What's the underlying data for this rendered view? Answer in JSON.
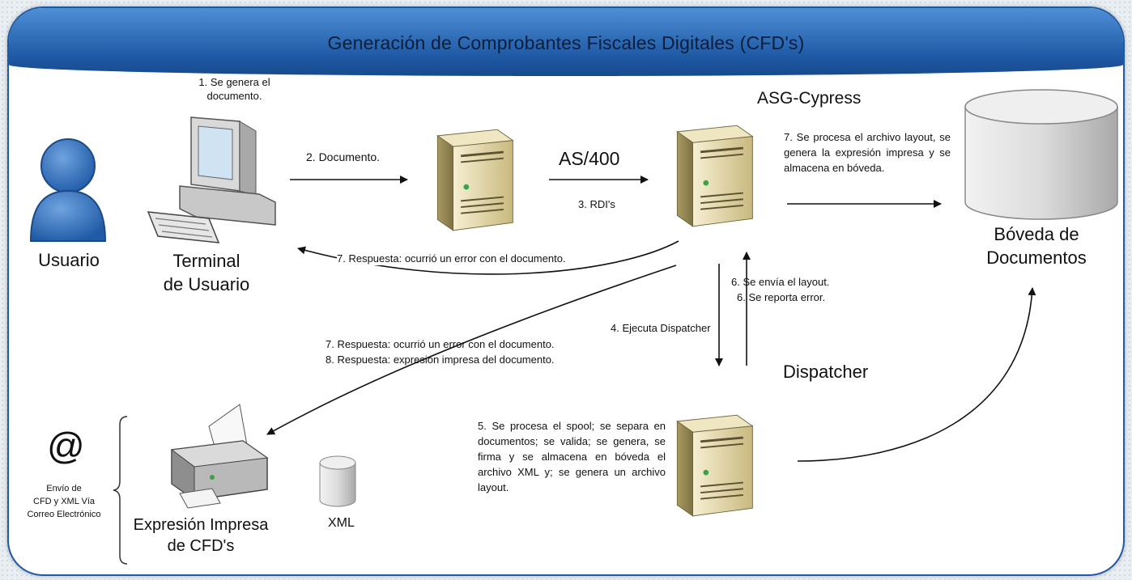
{
  "title": "Generación de Comprobantes Fiscales Digitales (CFD's)",
  "actors": {
    "usuario": "Usuario",
    "terminal_line1": "Terminal",
    "terminal_line2": "de Usuario",
    "asg_cypress": "ASG-Cypress",
    "boveda_line1": "Bóveda de",
    "boveda_line2": "Documentos",
    "dispatcher": "Dispatcher",
    "expresion_line1": "Expresión Impresa",
    "expresion_line2": "de CFD's",
    "xml": "XML",
    "at_symbol": "@",
    "email_line1": "Envío de",
    "email_line2": "CFD y XML Vía",
    "email_line3": "Correo Electrónico"
  },
  "steps": {
    "s1_line1": "1. Se genera el",
    "s1_line2": "documento.",
    "s2": "2. Documento.",
    "as400": "AS/400",
    "s3": "3. RDI's",
    "s7_terminal": "7. Respuesta: ocurrió un error con el documento.",
    "s7_asg": "7. Se procesa el archivo layout, se genera la expresión impresa y se almacena en bóveda.",
    "s6_layout": "6. Se envía el layout.",
    "s6_error": "6. Se reporta error.",
    "s4": "4. Ejecuta Dispatcher",
    "s7_printer": "7. Respuesta: ocurrió un error con el documento.",
    "s8_printer": "8. Respuesta: expresión impresa del documento.",
    "s5": "5. Se procesa el spool; se separa en documentos; se valida; se genera, se firma y se almacena en bóveda el archivo XML y; se genera un archivo layout."
  },
  "colors": {
    "header": "#1f5aa6",
    "user_icon": "#2f6bb5",
    "server_body": "#e8dcb0",
    "database": "#d9d9d9"
  }
}
